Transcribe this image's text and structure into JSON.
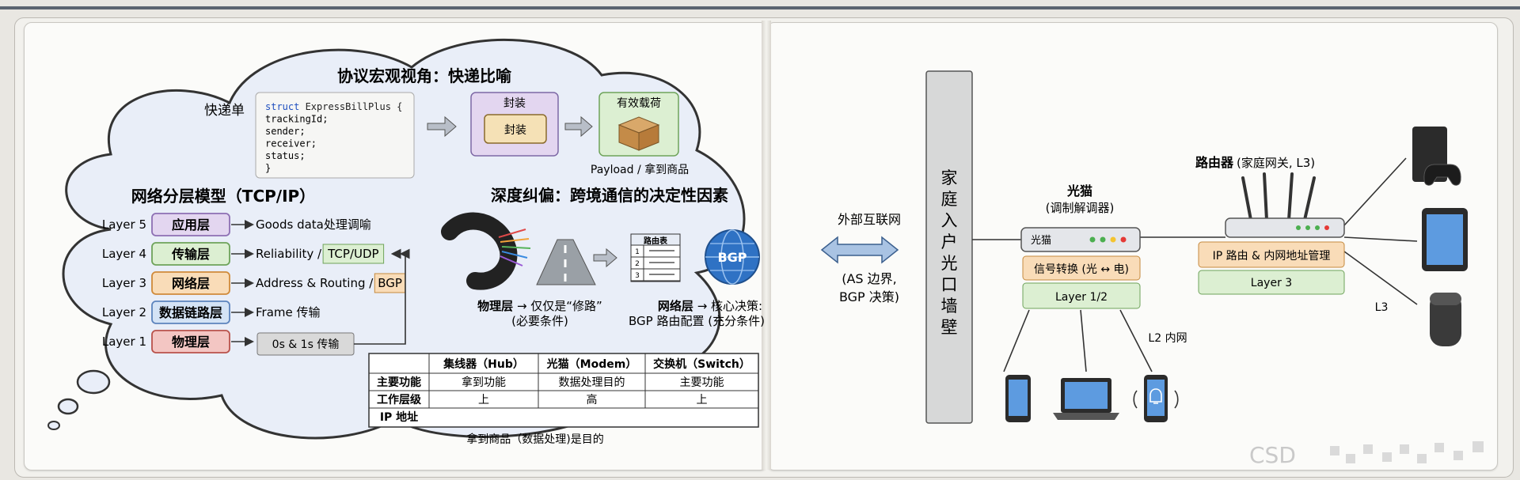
{
  "cloud": {
    "title_macro": "协议宏观视角：快递比喻",
    "bill_label": "快递单",
    "code_lines": [
      "struct ExpressBillPlus {",
      "    trackingId;",
      "    sender;",
      "    receiver;",
      "    status;",
      "}"
    ],
    "code_keyword": "struct",
    "encap_outer": "封装",
    "encap_inner": "封装",
    "payload_title": "有效载荷",
    "payload_caption": "Payload / 拿到商品",
    "layers_title": "网络分层模型（TCP/IP）",
    "layers": [
      {
        "tag": "Layer 5",
        "name": "应用层",
        "desc": "Goods data处理调喻",
        "badge": "",
        "color": "#e3d6f0",
        "border": "#8d6fb3"
      },
      {
        "tag": "Layer 4",
        "name": "传输层",
        "desc": "Reliability / ",
        "badge": "TCP/UDP",
        "color": "#dcefd2",
        "border": "#6ea35a"
      },
      {
        "tag": "Layer 3",
        "name": "网络层",
        "desc": "Address & Routing / ",
        "badge": "BGP",
        "color": "#f9dcb8",
        "border": "#d08a3a"
      },
      {
        "tag": "Layer 2",
        "name": "数据链路层",
        "desc": "Frame 传输",
        "badge": "",
        "color": "#d4e3f5",
        "border": "#5c84bd"
      },
      {
        "tag": "Layer 1",
        "name": "物理层",
        "desc": "",
        "badge": "",
        "color": "#f3c6c3",
        "border": "#b9524b"
      }
    ],
    "bits_label": "0s & 1s 传输",
    "deep_title": "深度纠偏：跨境通信的决定性因素",
    "route_table_title": "路由表",
    "route_rows": [
      "1",
      "2",
      "3"
    ],
    "bgp_label": "BGP",
    "phys_caption_bold": "物理层",
    "phys_caption_rest": " → 仅仅是“修路”",
    "phys_caption_2": "(必要条件)",
    "net_caption_bold": "网络层",
    "net_caption_rest": " → 核心决策:",
    "net_caption_2": "BGP 路由配置 (充分条件)",
    "table": {
      "headers": [
        "",
        "集线器（Hub）",
        "光猫（Modem）",
        "交换机（Switch）"
      ],
      "rows": [
        [
          "主要功能",
          "拿到功能",
          "数据处理目的",
          "主要功能"
        ],
        [
          "工作层级",
          "上",
          "高",
          "上"
        ],
        [
          "IP 地址",
          "",
          "",
          ""
        ]
      ],
      "footer": "拿到商品（数据处理)是目的"
    }
  },
  "network": {
    "wall_label": "家庭入户光口墙壁",
    "internet_label": "外部互联网",
    "internet_sub": [
      "(AS 边界,",
      "BGP 决策)"
    ],
    "modem_title": "光猫",
    "modem_sub": "(调制解调器)",
    "modem_device_label": "光猫",
    "modem_func": "信号转换 (光 ↔ 电)",
    "modem_layer": "Layer 1/2",
    "router_title": "路由器",
    "router_sub": "(家庭网关, L3)",
    "router_func": "IP 路由 & 内网地址管理",
    "router_layer": "Layer 3",
    "l2_label": "L2 内网",
    "l3_label": "L3"
  },
  "icons": [
    "arrow-right-icon",
    "package-box-icon",
    "fiber-cable-icon",
    "road-icon",
    "route-table-icon",
    "globe-icon",
    "double-arrow-icon",
    "modem-icon",
    "router-icon",
    "game-console-icon",
    "tablet-icon",
    "smart-speaker-icon",
    "phone-icon",
    "laptop-icon",
    "smart-bell-icon"
  ],
  "watermark": "CSD"
}
